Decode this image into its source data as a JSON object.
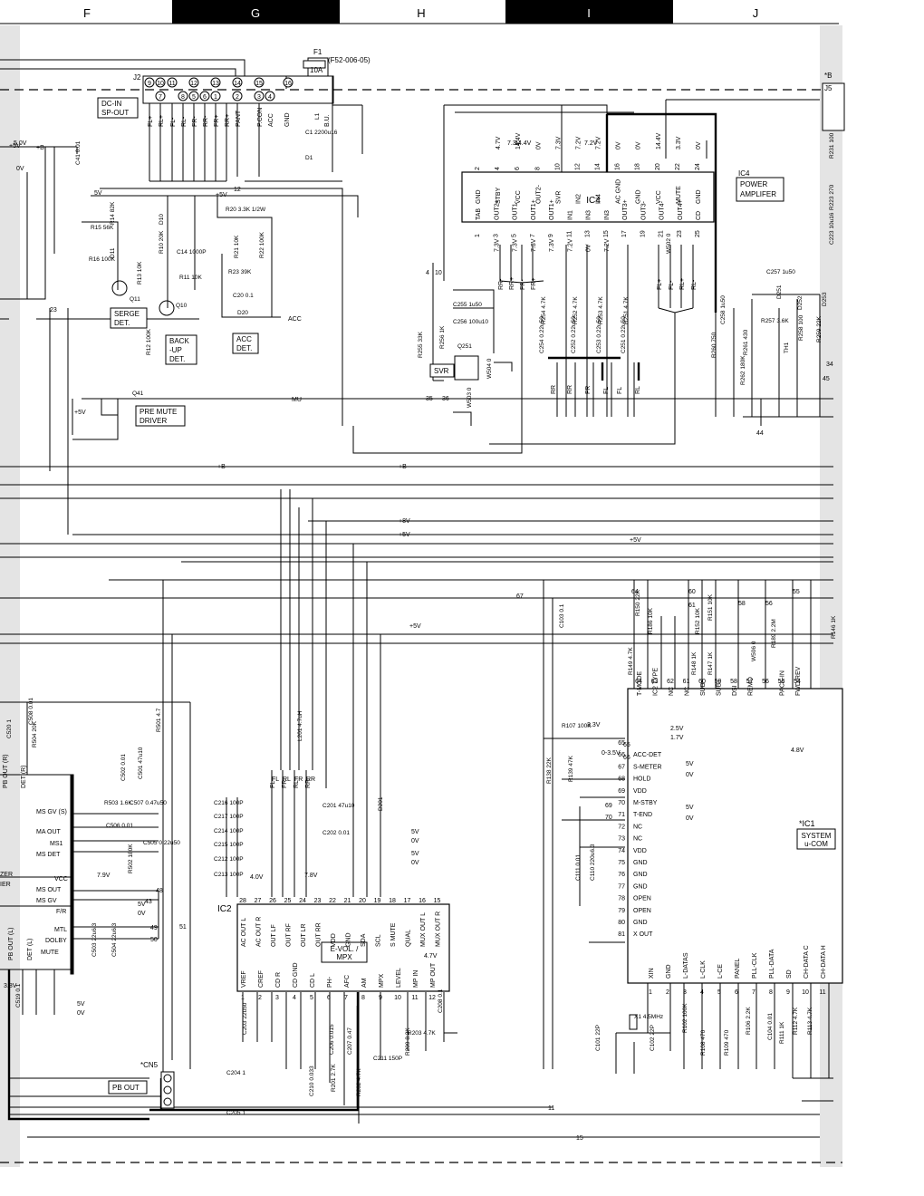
{
  "colors": {
    "ink": "#000000",
    "paper": "#ffffff",
    "header_dark": "#000000",
    "watermark": "#e06060",
    "margin_gray": "#d8d8d8"
  },
  "header": {
    "columns": [
      {
        "label": "F",
        "dark": false
      },
      {
        "label": "G",
        "dark": true
      },
      {
        "label": "H",
        "dark": false
      },
      {
        "label": "I",
        "dark": true
      },
      {
        "label": "J",
        "dark": false
      }
    ]
  },
  "blocks": {
    "ic4": {
      "ref": "IC4",
      "title_lines": [
        "IC4",
        "POWER",
        "AMPLIFER"
      ]
    },
    "ic2": {
      "ref": "IC2",
      "title_lines": [
        "E-VOL. /",
        "MPX"
      ]
    },
    "ic1": {
      "ref": "*IC1",
      "title_lines": [
        "SYSTEM",
        "u-COM"
      ]
    },
    "cn5": {
      "ref": "*CN5",
      "label": "PB OUT"
    },
    "dcin": {
      "lines": [
        "DC-IN",
        "SP-OUT"
      ]
    },
    "surge": {
      "lines": [
        "SERGE",
        "DET."
      ]
    },
    "backup": {
      "lines": [
        "BACK",
        "-UP",
        "DET."
      ]
    },
    "accdet": {
      "lines": [
        "ACC",
        "DET."
      ]
    },
    "premute": {
      "lines": [
        "PRE MUTE",
        "DRIVER"
      ]
    },
    "svr": {
      "label": "SVR"
    }
  },
  "connector_j2": {
    "ref": "J2",
    "pins": [
      "9",
      "10",
      "11",
      "12",
      "13",
      "14",
      "15",
      "16"
    ],
    "pins_lower": [
      "7",
      "8",
      "5",
      "6",
      "1",
      "2",
      "3",
      "4"
    ],
    "signals": [
      "FL+",
      "RL+",
      "FL-",
      "RL-",
      "FR-",
      "RR-",
      "FR+",
      "RR+",
      "PANT",
      "P.CON",
      "ACC",
      "GND",
      "B.U."
    ]
  },
  "fuse": {
    "ref": "F1",
    "value": "10A",
    "part": "(F52-006-05)"
  },
  "ic4_pins": {
    "top": [
      {
        "n": "2",
        "name": "GND"
      },
      {
        "n": "4",
        "name": "STBY",
        "v": "4.7V"
      },
      {
        "n": "6",
        "name": "VCC",
        "v": "14.4V"
      },
      {
        "n": "8",
        "name": "OUT2-",
        "v": "0V"
      },
      {
        "n": "10",
        "name": "SVR",
        "v": "7.3V"
      },
      {
        "n": "12",
        "name": "IN2",
        "v": "7.2V"
      },
      {
        "n": "14",
        "name": "IN4",
        "v": "7.2V"
      },
      {
        "n": "16",
        "name": "AC GND",
        "v": "0V"
      },
      {
        "n": "18",
        "name": "GND",
        "v": "0V"
      },
      {
        "n": "20",
        "name": "VCC",
        "v": "14.4V"
      },
      {
        "n": "22",
        "name": "MUTE",
        "v": "3.3V"
      },
      {
        "n": "24",
        "name": "GND",
        "v": "0V"
      }
    ],
    "bottom": [
      {
        "n": "1",
        "name": "TAB"
      },
      {
        "n": "3",
        "name": "OUT2+",
        "v": "7.3V"
      },
      {
        "n": "5",
        "name": "OUT1-",
        "v": "7.3V"
      },
      {
        "n": "7",
        "name": "OUT1+",
        "v": "7.3V"
      },
      {
        "n": "9",
        "name": "OUT1+",
        "v": "7.3V"
      },
      {
        "n": "11",
        "name": "IN1",
        "v": "7.2V"
      },
      {
        "n": "13",
        "name": "IN3",
        "v": "0V"
      },
      {
        "n": "15",
        "name": "IN3",
        "v": "7.2V"
      },
      {
        "n": "17",
        "name": "OUT3+"
      },
      {
        "n": "19",
        "name": "OUT3-"
      },
      {
        "n": "21",
        "name": "OUT4-"
      },
      {
        "n": "23",
        "name": "OUT4+"
      },
      {
        "n": "25",
        "name": "CD"
      }
    ]
  },
  "ic2_pins": {
    "top": [
      {
        "n": "28",
        "name": "AC OUT L"
      },
      {
        "n": "27",
        "name": "AC OUT R"
      },
      {
        "n": "26",
        "name": "OUT LF"
      },
      {
        "n": "25",
        "name": "OUT RF"
      },
      {
        "n": "24",
        "name": "OUT LR"
      },
      {
        "n": "23",
        "name": "OUT RR"
      },
      {
        "n": "22",
        "name": "VDD"
      },
      {
        "n": "21",
        "name": "GND"
      },
      {
        "n": "20",
        "name": "SDA"
      },
      {
        "n": "19",
        "name": "SCL"
      },
      {
        "n": "18",
        "name": "S MUTE"
      },
      {
        "n": "17",
        "name": "QUAL"
      },
      {
        "n": "16",
        "name": "MUX OUT L"
      },
      {
        "n": "15",
        "name": "MUX OUT R"
      }
    ],
    "bottom": [
      {
        "n": "1",
        "name": "VREF"
      },
      {
        "n": "2",
        "name": "CREF"
      },
      {
        "n": "3",
        "name": "CD R"
      },
      {
        "n": "4",
        "name": "CD GND"
      },
      {
        "n": "5",
        "name": "CD L"
      },
      {
        "n": "6",
        "name": "PH-"
      },
      {
        "n": "7",
        "name": "AFC"
      },
      {
        "n": "8",
        "name": "AM"
      },
      {
        "n": "9",
        "name": "MPX"
      },
      {
        "n": "10",
        "name": "LEVEL"
      },
      {
        "n": "11",
        "name": "MP IN"
      },
      {
        "n": "12",
        "name": "MP OUT"
      }
    ]
  },
  "ic1_pins_left": [
    {
      "n": "65",
      "name": ""
    },
    {
      "n": "66",
      "name": "ACC-DET"
    },
    {
      "n": "67",
      "name": "S-METER"
    },
    {
      "n": "68",
      "name": "HOLD"
    },
    {
      "n": "69",
      "name": "VDD"
    },
    {
      "n": "70",
      "name": "M-STBY"
    },
    {
      "n": "71",
      "name": "T-END"
    },
    {
      "n": "72",
      "name": "NC"
    },
    {
      "n": "73",
      "name": "NC"
    },
    {
      "n": "74",
      "name": "VDD"
    },
    {
      "n": "75",
      "name": "GND"
    },
    {
      "n": "76",
      "name": "GND"
    },
    {
      "n": "77",
      "name": "GND"
    },
    {
      "n": "78",
      "name": "OPEN"
    },
    {
      "n": "79",
      "name": "OPEN"
    },
    {
      "n": "80",
      "name": "GND"
    },
    {
      "n": "81",
      "name": "X OUT"
    }
  ],
  "ic1_pins_top": [
    {
      "n": "64",
      "name": "T-MODE"
    },
    {
      "n": "63",
      "name": "IC2 TYPE"
    },
    {
      "n": "62",
      "name": "NC"
    },
    {
      "n": "61",
      "name": "NC"
    },
    {
      "n": "60",
      "name": "SUB"
    },
    {
      "n": "59",
      "name": "SUB+"
    },
    {
      "n": "58",
      "name": "DSI"
    },
    {
      "n": "57",
      "name": "REMO"
    },
    {
      "n": "56",
      "name": ""
    },
    {
      "n": "55",
      "name": "PACK-IN"
    },
    {
      "n": "54",
      "name": "FWD/REV"
    }
  ],
  "ic1_pins_bottom": [
    {
      "n": "1",
      "name": "XIN"
    },
    {
      "n": "2",
      "name": "GND"
    },
    {
      "n": "3",
      "name": "L-DATAS"
    },
    {
      "n": "4",
      "name": "L-CLK"
    },
    {
      "n": "5",
      "name": "L-CE"
    },
    {
      "n": "6",
      "name": "PANEL"
    },
    {
      "n": "7",
      "name": "PLL-CLK"
    },
    {
      "n": "8",
      "name": "PLL-DATA"
    },
    {
      "n": "9",
      "name": "SD"
    },
    {
      "n": "10",
      "name": "CH-DATA C"
    },
    {
      "n": "11",
      "name": "CH-DATA H"
    }
  ],
  "components": [
    {
      "ref": "C1",
      "value": "2200u16"
    },
    {
      "ref": "L1",
      "value": ""
    },
    {
      "ref": "D1",
      "value": ""
    },
    {
      "ref": "C41",
      "value": "0.01"
    },
    {
      "ref": "R15",
      "value": "56K"
    },
    {
      "ref": "R16",
      "value": "100K"
    },
    {
      "ref": "R14",
      "value": "82K"
    },
    {
      "ref": "D11",
      "value": ""
    },
    {
      "ref": "D10",
      "value": ""
    },
    {
      "ref": "R10",
      "value": "20K"
    },
    {
      "ref": "C14",
      "value": "1000P"
    },
    {
      "ref": "R13",
      "value": "10K"
    },
    {
      "ref": "R11",
      "value": "10K"
    },
    {
      "ref": "Q11",
      "value": ""
    },
    {
      "ref": "Q10",
      "value": ""
    },
    {
      "ref": "R12",
      "value": "100K"
    },
    {
      "ref": "R20",
      "value": "3.3K 1/2W"
    },
    {
      "ref": "R21",
      "value": "10K"
    },
    {
      "ref": "R22",
      "value": "100K"
    },
    {
      "ref": "R23",
      "value": "39K"
    },
    {
      "ref": "C20",
      "value": "0.1"
    },
    {
      "ref": "D20",
      "value": ""
    },
    {
      "ref": "Q41",
      "value": ""
    },
    {
      "ref": "C255",
      "value": "1u50"
    },
    {
      "ref": "C256",
      "value": "100u10"
    },
    {
      "ref": "R255",
      "value": "33K"
    },
    {
      "ref": "R256",
      "value": "1K"
    },
    {
      "ref": "Q251",
      "value": ""
    },
    {
      "ref": "W503",
      "value": "0"
    },
    {
      "ref": "W504",
      "value": "0"
    },
    {
      "ref": "R254",
      "value": "4.7K"
    },
    {
      "ref": "R252",
      "value": "4.7K"
    },
    {
      "ref": "R253",
      "value": "4.7K"
    },
    {
      "ref": "R251",
      "value": "4.7K"
    },
    {
      "ref": "C254",
      "value": "0.22u50"
    },
    {
      "ref": "C252",
      "value": "0.22u50"
    },
    {
      "ref": "C253",
      "value": "0.22u50"
    },
    {
      "ref": "C251",
      "value": "0.22u50"
    },
    {
      "ref": "W502",
      "value": "0"
    },
    {
      "ref": "C257",
      "value": "1u50"
    },
    {
      "ref": "D251",
      "value": ""
    },
    {
      "ref": "D252",
      "value": ""
    },
    {
      "ref": "D253",
      "value": ""
    },
    {
      "ref": "R257",
      "value": "3.6K"
    },
    {
      "ref": "C258",
      "value": "1u50"
    },
    {
      "ref": "R260",
      "value": "750"
    },
    {
      "ref": "R261",
      "value": "430"
    },
    {
      "ref": "R258",
      "value": "100"
    },
    {
      "ref": "R259",
      "value": "22K"
    },
    {
      "ref": "R262",
      "value": "180K"
    },
    {
      "ref": "TH1",
      "value": ""
    },
    {
      "ref": "R231",
      "value": "100"
    },
    {
      "ref": "R223",
      "value": "270"
    },
    {
      "ref": "C223",
      "value": "10u16"
    },
    {
      "ref": "C103",
      "value": "0.1"
    },
    {
      "ref": "R150",
      "value": "22K"
    },
    {
      "ref": "R149",
      "value": "4.7K"
    },
    {
      "ref": "R186",
      "value": "10K"
    },
    {
      "ref": "R152",
      "value": "10K"
    },
    {
      "ref": "R151",
      "value": "10K"
    },
    {
      "ref": "R148",
      "value": "1K"
    },
    {
      "ref": "R147",
      "value": "1K"
    },
    {
      "ref": "W506",
      "value": "0"
    },
    {
      "ref": "R189",
      "value": "2.2M"
    },
    {
      "ref": "R146",
      "value": "1K"
    },
    {
      "ref": "R107",
      "value": "100K"
    },
    {
      "ref": "R138",
      "value": "22K"
    },
    {
      "ref": "R139",
      "value": "47K"
    },
    {
      "ref": "C111",
      "value": "0.01"
    },
    {
      "ref": "C110",
      "value": "220u6.3"
    },
    {
      "ref": "X1",
      "value": "4.5MHz"
    },
    {
      "ref": "C101",
      "value": "22P"
    },
    {
      "ref": "C102",
      "value": "22P"
    },
    {
      "ref": "R102",
      "value": "100K"
    },
    {
      "ref": "R108",
      "value": "470"
    },
    {
      "ref": "R109",
      "value": "470"
    },
    {
      "ref": "R106",
      "value": "2.2K"
    },
    {
      "ref": "C104",
      "value": "0.01"
    },
    {
      "ref": "R112",
      "value": "4.7K"
    },
    {
      "ref": "R113",
      "value": "4.7K"
    },
    {
      "ref": "R111",
      "value": "1K"
    },
    {
      "ref": "C520",
      "value": "1"
    },
    {
      "ref": "C508",
      "value": "0.01"
    },
    {
      "ref": "R504",
      "value": "20K"
    },
    {
      "ref": "R501",
      "value": "4.7"
    },
    {
      "ref": "C502",
      "value": "0.01"
    },
    {
      "ref": "C501",
      "value": "47u10"
    },
    {
      "ref": "R503",
      "value": "1.6K"
    },
    {
      "ref": "C507",
      "value": "0.47u50"
    },
    {
      "ref": "C506",
      "value": "0.01"
    },
    {
      "ref": "C505",
      "value": "0.22u50"
    },
    {
      "ref": "R502",
      "value": "180K"
    },
    {
      "ref": "C503",
      "value": "22u6.3"
    },
    {
      "ref": "C504",
      "value": "22u6.3"
    },
    {
      "ref": "C519",
      "value": "0.1"
    },
    {
      "ref": "L201",
      "value": "4.7uH"
    },
    {
      "ref": "C201",
      "value": "47u10"
    },
    {
      "ref": "C202",
      "value": "0.01"
    },
    {
      "ref": "D201",
      "value": ""
    },
    {
      "ref": "C216",
      "value": "100P"
    },
    {
      "ref": "C217",
      "value": "100P"
    },
    {
      "ref": "C214",
      "value": "100P"
    },
    {
      "ref": "C215",
      "value": "100P"
    },
    {
      "ref": "C212",
      "value": "100P"
    },
    {
      "ref": "C213",
      "value": "100P"
    },
    {
      "ref": "C203",
      "value": "22u50"
    },
    {
      "ref": "C206",
      "value": "0.015"
    },
    {
      "ref": "C207",
      "value": "0.47"
    },
    {
      "ref": "C211",
      "value": "150P"
    },
    {
      "ref": "R209",
      "value": "8.2K"
    },
    {
      "ref": "R203",
      "value": "4.7K"
    },
    {
      "ref": "C208",
      "value": "0.1"
    },
    {
      "ref": "C210",
      "value": "0.033"
    },
    {
      "ref": "R201",
      "value": "2.7K"
    },
    {
      "ref": "R202",
      "value": "4.7K"
    },
    {
      "ref": "C204",
      "value": "1"
    },
    {
      "ref": "C205",
      "value": "1"
    }
  ],
  "net_labels": [
    "+B",
    "+5V",
    "+8V",
    "ACC",
    "MU",
    "4",
    "10",
    "12",
    "23",
    "35",
    "36",
    "44",
    "45",
    "34",
    "51",
    "11",
    "15",
    "65",
    "66",
    "67",
    "60",
    "61",
    "58",
    "56",
    "55",
    "64",
    "69",
    "70",
    "48",
    "43",
    "49",
    "50",
    "FL",
    "FR",
    "RL",
    "RR"
  ],
  "voltages": [
    "5.0V",
    "0V",
    "5V",
    "4.0V",
    "7.8V",
    "3.3V",
    "7.9V",
    "4.7V",
    "2.5V",
    "1.7V",
    "0-3.5V",
    "4.8V",
    "3.8V",
    "7.2V",
    "7.3V",
    "14.4V"
  ],
  "left_labels": [
    "MS GV (S)",
    "MA OUT",
    "MS1",
    "MS DET",
    "VCC",
    "MS OUT",
    "MS GV",
    "F/R",
    "MTL",
    "DOLBY",
    "MUTE",
    "PB OUT (L)",
    "DET (L)",
    "PB OUT (R)",
    "DET (R)",
    "ZER",
    "IER"
  ],
  "ic2_input_labels": [
    "FL",
    "FR",
    "RL",
    "RR"
  ],
  "ic4_output_labels": [
    "FL+",
    "FL-",
    "RL+",
    "RL-",
    "RR-",
    "RR+",
    "FR-",
    "FR+"
  ],
  "small_labels": [
    "J5",
    "*B"
  ]
}
